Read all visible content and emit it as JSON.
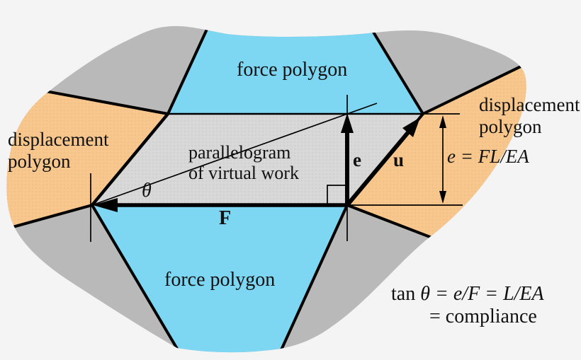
{
  "diagram": {
    "title_hint": "virtual work / compliance construction",
    "regions": {
      "force_polygon_top": {
        "label": "force polygon"
      },
      "force_polygon_bottom": {
        "label": "force polygon"
      },
      "displacement_polygon_left": {
        "line1": "displacement",
        "line2": "polygon"
      },
      "displacement_polygon_right": {
        "line1": "displacement",
        "line2": "polygon"
      },
      "parallelogram": {
        "line1": "parallelogram",
        "line2": "of virtual work"
      }
    },
    "vectors": {
      "force_label": "F",
      "elongation_label": "e",
      "displacement_label": "u"
    },
    "symbols": {
      "theta": "θ"
    },
    "formulas": {
      "elongation_dimension": "e = FL/EA",
      "tan_prefix": "tan ",
      "tan_math": "θ = e/F = L/EA",
      "compliance_line": "= compliance"
    },
    "colors": {
      "background": "#f4f4f4",
      "blob_gray": "#b9b9b9",
      "force_polygon_blue": "#7dd6f2",
      "displacement_polygon_orange": "#f7c78d",
      "parallelogram_gray": "#d8d8d8",
      "line": "#000000"
    }
  }
}
